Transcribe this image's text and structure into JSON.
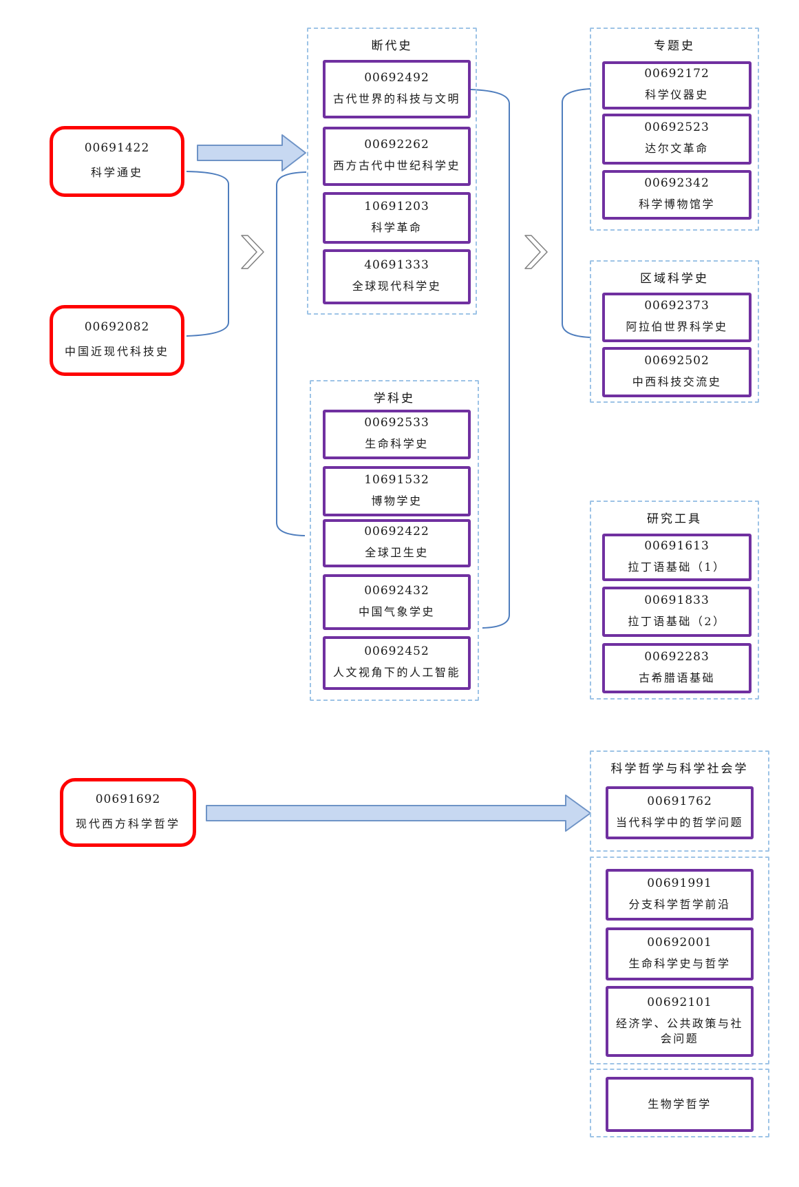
{
  "diagram": {
    "kind": "course-prerequisite-flowchart",
    "colors": {
      "source_box_border": "#fe0000",
      "course_box_border": "#7030a0",
      "group_border_dashed": "#9dc3e6",
      "connector_line": "#4e7dbd",
      "arrow_fill": "#c7d8f1",
      "arrow_stroke": "#6e93c6",
      "chevron_stroke": "#7f7f7f",
      "text": "#1a1a1a"
    }
  },
  "sources": [
    {
      "code": "00691422",
      "name": "科学通史"
    },
    {
      "code": "00692082",
      "name": "中国近现代科技史"
    },
    {
      "code": "00691692",
      "name": "现代西方科学哲学"
    }
  ],
  "groups": {
    "duandaishi": {
      "title": "断代史",
      "items": [
        {
          "code": "00692492",
          "name": "古代世界的科技与文明"
        },
        {
          "code": "00692262",
          "name": "西方古代中世纪科学史"
        },
        {
          "code": "10691203",
          "name": "科学革命"
        },
        {
          "code": "40691333",
          "name": "全球现代科学史"
        }
      ]
    },
    "xuekeshi": {
      "title": "学科史",
      "items": [
        {
          "code": "00692533",
          "name": "生命科学史"
        },
        {
          "code": "10691532",
          "name": "博物学史"
        },
        {
          "code": "00692422",
          "name": "全球卫生史"
        },
        {
          "code": "00692432",
          "name": "中国气象学史"
        },
        {
          "code": "00692452",
          "name": "人文视角下的人工智能"
        }
      ]
    },
    "zhuantishi": {
      "title": "专题史",
      "items": [
        {
          "code": "00692172",
          "name": "科学仪器史"
        },
        {
          "code": "00692523",
          "name": "达尔文革命"
        },
        {
          "code": "00692342",
          "name": "科学博物馆学"
        }
      ]
    },
    "quyukexueshi": {
      "title": "区域科学史",
      "items": [
        {
          "code": "00692373",
          "name": "阿拉伯世界科学史"
        },
        {
          "code": "00692502",
          "name": "中西科技交流史"
        }
      ]
    },
    "yanjiugongju": {
      "title": "研究工具",
      "items": [
        {
          "code": "00691613",
          "name": "拉丁语基础（1）"
        },
        {
          "code": "00691833",
          "name": "拉丁语基础（2）"
        },
        {
          "code": "00692283",
          "name": "古希腊语基础"
        }
      ]
    },
    "kexuezhexue": {
      "title": "科学哲学与科学社会学",
      "items": [
        {
          "code": "00691762",
          "name": "当代科学中的哲学问题"
        }
      ]
    },
    "kexuezhexue_extra": {
      "items": [
        {
          "code": "00691991",
          "name": "分支科学哲学前沿"
        },
        {
          "code": "00692001",
          "name": "生命科学史与哲学"
        },
        {
          "code": "00692101",
          "name": "经济学、公共政策与社会问题"
        }
      ]
    },
    "shengwuxuezhexue": {
      "items": [
        {
          "name": "生物学哲学"
        }
      ]
    }
  }
}
